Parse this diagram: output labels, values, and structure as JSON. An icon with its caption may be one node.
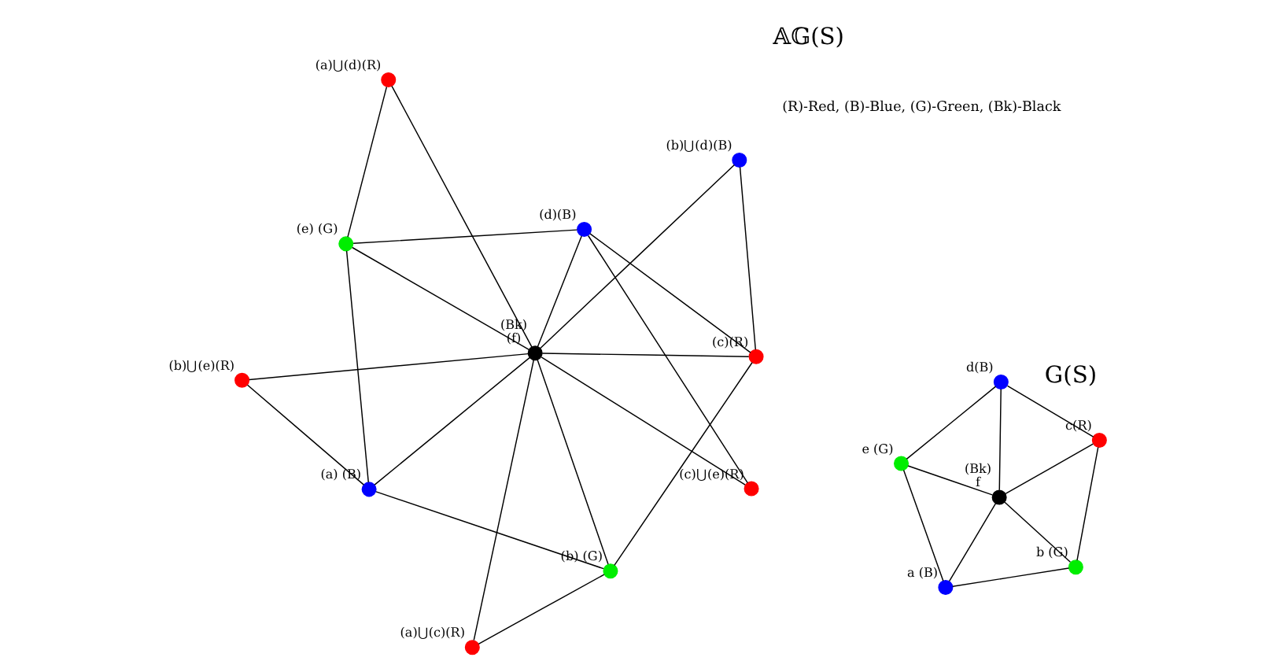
{
  "diagram": {
    "nodes": [
      {
        "text": [],
        "shape": "circle",
        "beside": [
          "a (B)"
        ]
      },
      {
        "text": [],
        "shape": "circle",
        "beside": [
          "b (G)"
        ]
      },
      {
        "text": [],
        "shape": "circle",
        "beside": [
          "c(R)"
        ]
      },
      {
        "text": [],
        "shape": "circle",
        "beside": [
          "d(B)"
        ]
      },
      {
        "text": [],
        "shape": "circle",
        "beside": [
          "e (G)"
        ]
      },
      {
        "text": [],
        "shape": "circle",
        "beside": [
          "(Bk)",
          "f"
        ]
      },
      {
        "text": [],
        "shape": "circle",
        "beside": [
          "(a) (B)"
        ]
      },
      {
        "text": [],
        "shape": "circle",
        "beside": [
          "(b) (G)"
        ]
      },
      {
        "text": [],
        "shape": "circle",
        "beside": [
          "(c)(R)"
        ]
      },
      {
        "text": [],
        "shape": "circle",
        "beside": [
          "(d)(B)"
        ]
      },
      {
        "text": [],
        "shape": "circle",
        "beside": [
          "(e) (G)"
        ]
      },
      {
        "text": [],
        "shape": "circle",
        "beside": [
          "(Bk)",
          "(f)"
        ]
      },
      {
        "text": [],
        "shape": "circle",
        "beside": [
          "(a)⋃(d)(R)"
        ]
      },
      {
        "text": [],
        "shape": "circle",
        "beside": [
          "(b)⋃(e)(R)"
        ]
      },
      {
        "text": [],
        "shape": "circle",
        "beside": [
          "(a)⋃(c)(R)"
        ]
      },
      {
        "text": [],
        "shape": "circle",
        "beside": [
          "(c)⋃(e)(R)"
        ]
      },
      {
        "text": [],
        "shape": "circle",
        "beside": [
          "(b)⋃(d)(B)"
        ]
      }
    ],
    "edges": [
      {
        "from": 0,
        "to": 4,
        "arrow": "none"
      },
      {
        "from": 0,
        "to": 1,
        "arrow": "none"
      },
      {
        "from": 0,
        "to": 5,
        "arrow": "none"
      },
      {
        "from": 4,
        "to": 5,
        "arrow": "none"
      },
      {
        "from": 1,
        "to": 5,
        "arrow": "none"
      },
      {
        "from": 4,
        "to": 3,
        "arrow": "none"
      },
      {
        "from": 1,
        "to": 2,
        "arrow": "none"
      },
      {
        "from": 3,
        "to": 2,
        "arrow": "none"
      },
      {
        "from": 3,
        "to": 5,
        "arrow": "none"
      },
      {
        "from": 2,
        "to": 5,
        "arrow": "none"
      },
      {
        "from": 6,
        "to": 10,
        "arrow": "none"
      },
      {
        "from": 6,
        "to": 7,
        "arrow": "none"
      },
      {
        "from": 6,
        "to": 11,
        "arrow": "none"
      },
      {
        "from": 10,
        "to": 11,
        "arrow": "none"
      },
      {
        "from": 7,
        "to": 11,
        "arrow": "none"
      },
      {
        "from": 10,
        "to": 9,
        "arrow": "none"
      },
      {
        "from": 7,
        "to": 8,
        "arrow": "none"
      },
      {
        "from": 9,
        "to": 8,
        "arrow": "none"
      },
      {
        "from": 9,
        "to": 11,
        "arrow": "none"
      },
      {
        "from": 8,
        "to": 11,
        "arrow": "none"
      },
      {
        "from": 12,
        "to": 10,
        "arrow": "none"
      },
      {
        "from": 12,
        "to": 11,
        "arrow": "none"
      },
      {
        "from": 13,
        "to": 6,
        "arrow": "none"
      },
      {
        "from": 13,
        "to": 11,
        "arrow": "none"
      },
      {
        "from": 14,
        "to": 7,
        "arrow": "none"
      },
      {
        "from": 14,
        "to": 11,
        "arrow": "none"
      },
      {
        "from": 15,
        "to": 9,
        "arrow": "none"
      },
      {
        "from": 15,
        "to": 11,
        "arrow": "none"
      },
      {
        "from": 16,
        "to": 8,
        "arrow": "none"
      },
      {
        "from": 16,
        "to": 11,
        "arrow": "none"
      }
    ],
    "labels": [
      "(R)-Red, (B)-Blue, (G)-Green, (Bk)-Black",
      "G(S)",
      "𝔸𝔾(S)"
    ]
  }
}
